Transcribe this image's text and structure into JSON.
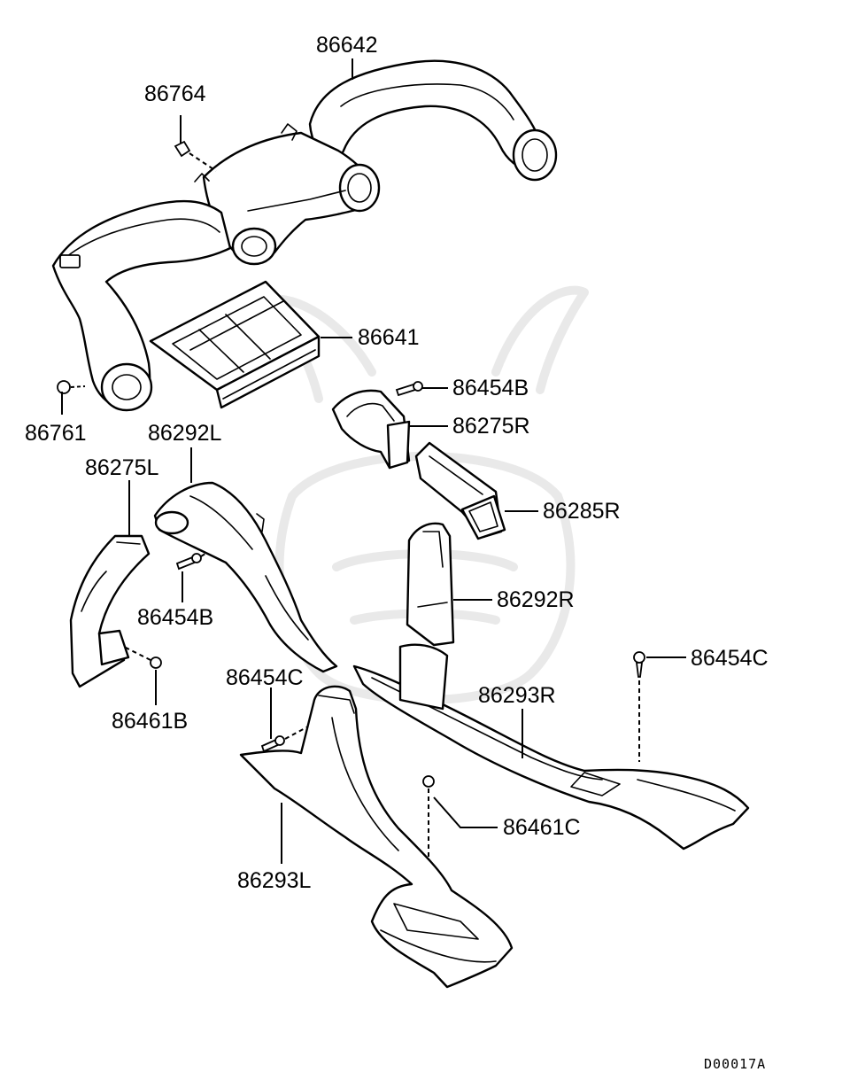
{
  "diagram": {
    "labels": {
      "p86642": "86642",
      "p86764": "86764",
      "p86641": "86641",
      "p86761": "86761",
      "p86292L": "86292L",
      "p86454B_top": "86454B",
      "p86275R": "86275R",
      "p86275L": "86275L",
      "p86285R": "86285R",
      "p86454B_left": "86454B",
      "p86292R": "86292R",
      "p86454C_right": "86454C",
      "p86454C_center": "86454C",
      "p86461B": "86461B",
      "p86293R": "86293R",
      "p86461C": "86461C",
      "p86293L": "86293L"
    },
    "drawing_code": "D00017A"
  }
}
